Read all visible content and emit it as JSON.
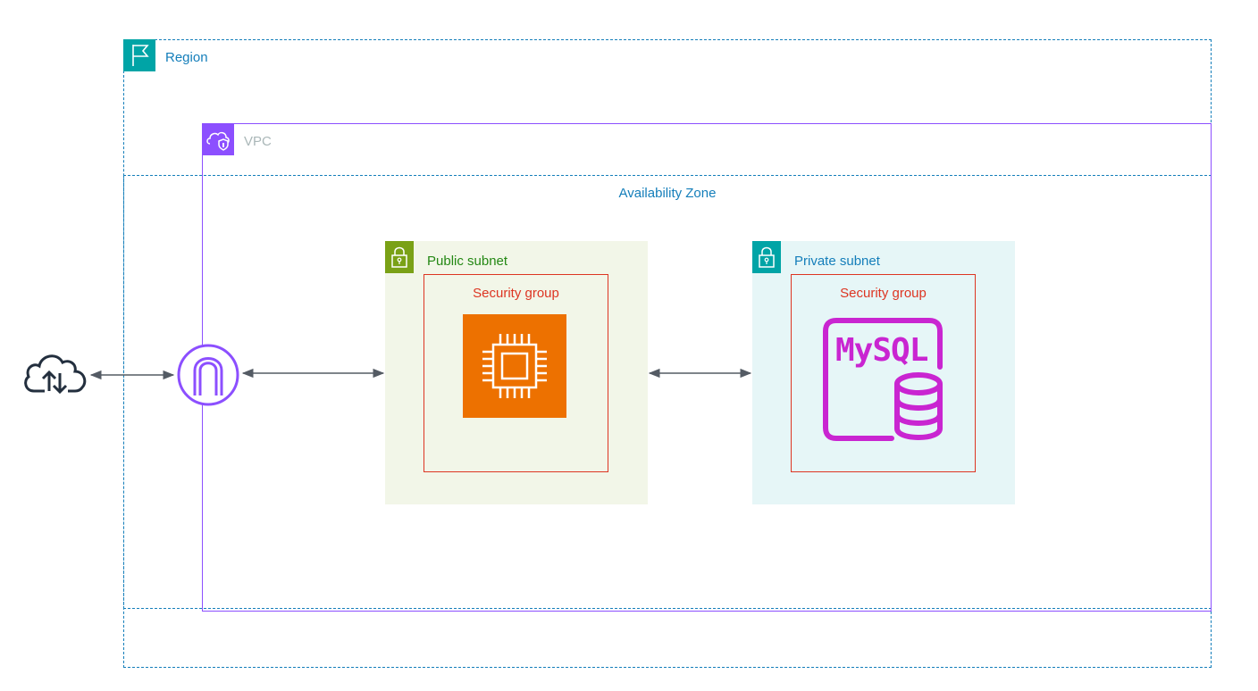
{
  "diagram": {
    "region": {
      "label": "Region",
      "icon": "flag-icon"
    },
    "vpc": {
      "label": "VPC",
      "icon": "cloud-shield-icon"
    },
    "availability_zone": {
      "label": "Availability Zone"
    },
    "public_subnet": {
      "label": "Public subnet",
      "icon": "padlock-icon",
      "security_group": {
        "label": "Security group"
      },
      "resource": "ec2-instance-icon"
    },
    "private_subnet": {
      "label": "Private subnet",
      "icon": "padlock-icon",
      "security_group": {
        "label": "Security group"
      },
      "resource": {
        "text": "MySQL",
        "icon": "mysql-database-icon"
      }
    },
    "internet": {
      "icon": "cloud-upload-download-icon"
    },
    "gateway": {
      "icon": "internet-gateway-icon"
    },
    "colors": {
      "region_border": "#147eba",
      "region_badge": "#00a4a6",
      "vpc": "#8c4fff",
      "public_subnet_fill": "#f2f6e8",
      "public_subnet_badge": "#7aa116",
      "private_subnet_fill": "#e6f6f7",
      "private_subnet_badge": "#00a4a6",
      "security_group": "#dd3522",
      "ec2": "#ed7100",
      "mysql": "#c925d1",
      "connector": "#545b64"
    }
  }
}
